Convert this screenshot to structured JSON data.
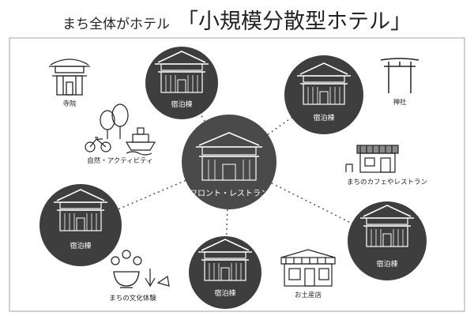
{
  "title": {
    "prefix": "まち全体がホテル",
    "main": "「小規模分散型ホテル」"
  },
  "center": {
    "label": "フロント・レストラン"
  },
  "lodging_label": "宿泊棟",
  "spots": {
    "temple": "寺院",
    "shrine": "神社",
    "nature": "自然・アクティビティ",
    "cafe": "まちのカフェやレストラン",
    "culture": "まちの文化体験",
    "souvenir": "お土産店"
  },
  "colors": {
    "dark_circle": "#3e3e3e",
    "center_circle": "#4a4a4a",
    "frame": "#bdbdbd",
    "line": "#555555"
  }
}
